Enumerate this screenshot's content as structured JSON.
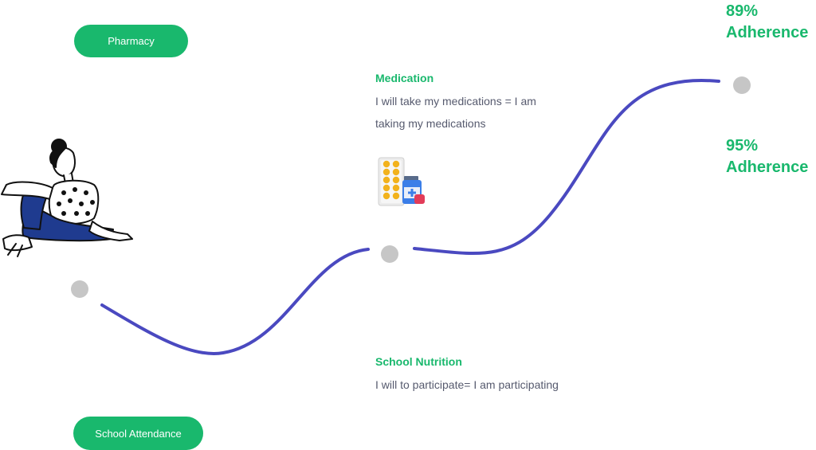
{
  "nodes": {
    "pharmacy": "Pharmacy",
    "school_attendance": "School Attendance"
  },
  "medication": {
    "title": "Medication",
    "body": "I will take my medications = I am taking my medications"
  },
  "school_nutrition": {
    "title": "School Nutrition",
    "body": "I will to participate= I am participating"
  },
  "stats": {
    "top": {
      "value": "89%",
      "label": "Adherence"
    },
    "mid": {
      "value": "95%",
      "label": "Adherence"
    }
  },
  "colors": {
    "accent_green": "#19b86d",
    "curve_blue": "#4a49c0",
    "dot_gray": "#c6c6c6",
    "body_text": "#565a6e"
  },
  "icons": {
    "medication": "pill-pack-icon",
    "person": "person-illustration"
  }
}
